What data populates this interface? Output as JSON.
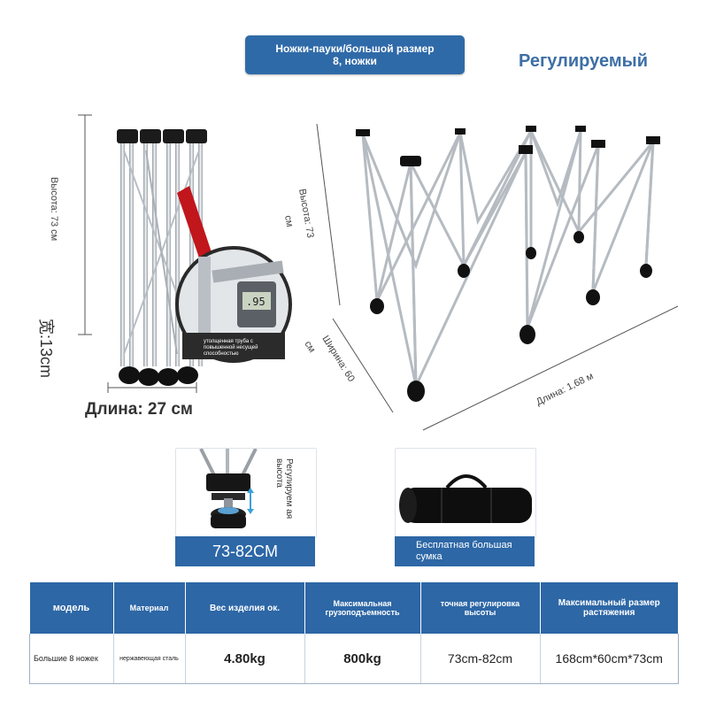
{
  "banner": {
    "line1": "Ножки-пауки/большой размер",
    "line2": "8, ножки"
  },
  "adjustable": "Регулируемый",
  "folded": {
    "height_label": "Высота: 73 см",
    "width_label": "宽:13cm",
    "length_label": "Длина: 27 см",
    "caliper_caption_1": "утолщенная труба с",
    "caliper_caption_2": "повышенной несущей",
    "caliper_caption_3": "способностью"
  },
  "open": {
    "height_label_1": "Высота: 73",
    "height_label_2": "см",
    "width_label_1": "Ширина: 60",
    "width_label_2": "см",
    "length_label": "Длина: 1,68 м"
  },
  "panels": {
    "adj_label_1": "Регулируем ая",
    "adj_label_2": "высота",
    "height_range": "73-82CM",
    "bag_label_1": "Бесплатная большая",
    "bag_label_2": "сумка"
  },
  "table": {
    "headers": [
      "модель",
      "Материал",
      "Вес изделия ок.",
      "Максимальная грузоподъемность",
      "точная регулировка высоты",
      "Максимальный размер растяжения"
    ],
    "row": [
      "Большие 8 ножек",
      "нержавеющая сталь",
      "4.80kg",
      "800kg",
      "73cm-82cm",
      "168cm*60cm*73cm"
    ]
  },
  "colors": {
    "brand_blue": "#2d67a6",
    "title_blue": "#3d6fa6"
  }
}
